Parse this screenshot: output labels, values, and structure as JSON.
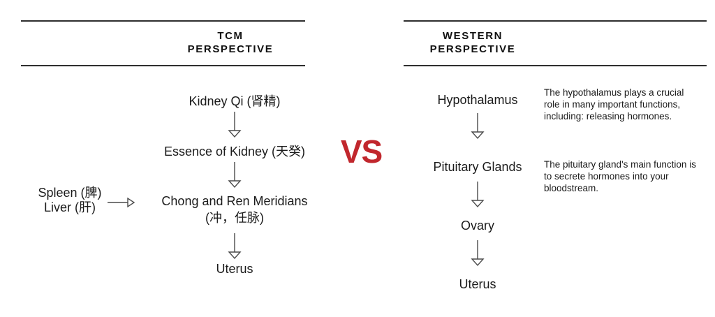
{
  "colors": {
    "text": "#1b1b1b",
    "rule": "#2e2e2e",
    "arrow": "#4a4a4a",
    "accent": "#c1272d"
  },
  "left_header": {
    "line1": "TCM",
    "line2": "PERSPECTIVE"
  },
  "right_header": {
    "line1": "WESTERN",
    "line2": "PERSPECTIVE"
  },
  "vs": "VS",
  "tcm": {
    "node1": "Kidney Qi (肾精)",
    "node2": "Essence of Kidney (天癸)",
    "node3a": "Chong and Ren Meridians",
    "node3b": "(冲，任脉)",
    "node4": "Uterus",
    "side1": "Spleen (脾)",
    "side2": "Liver (肝)"
  },
  "western": {
    "node1": "Hypothalamus",
    "node2": "Pituitary Glands",
    "node3": "Ovary",
    "node4": "Uterus",
    "note1": "The hypothalamus plays a crucial role in many important functions, including: releasing hormones.",
    "note2": "The pituitary gland's main function is to secrete hormones into your bloodstream."
  }
}
